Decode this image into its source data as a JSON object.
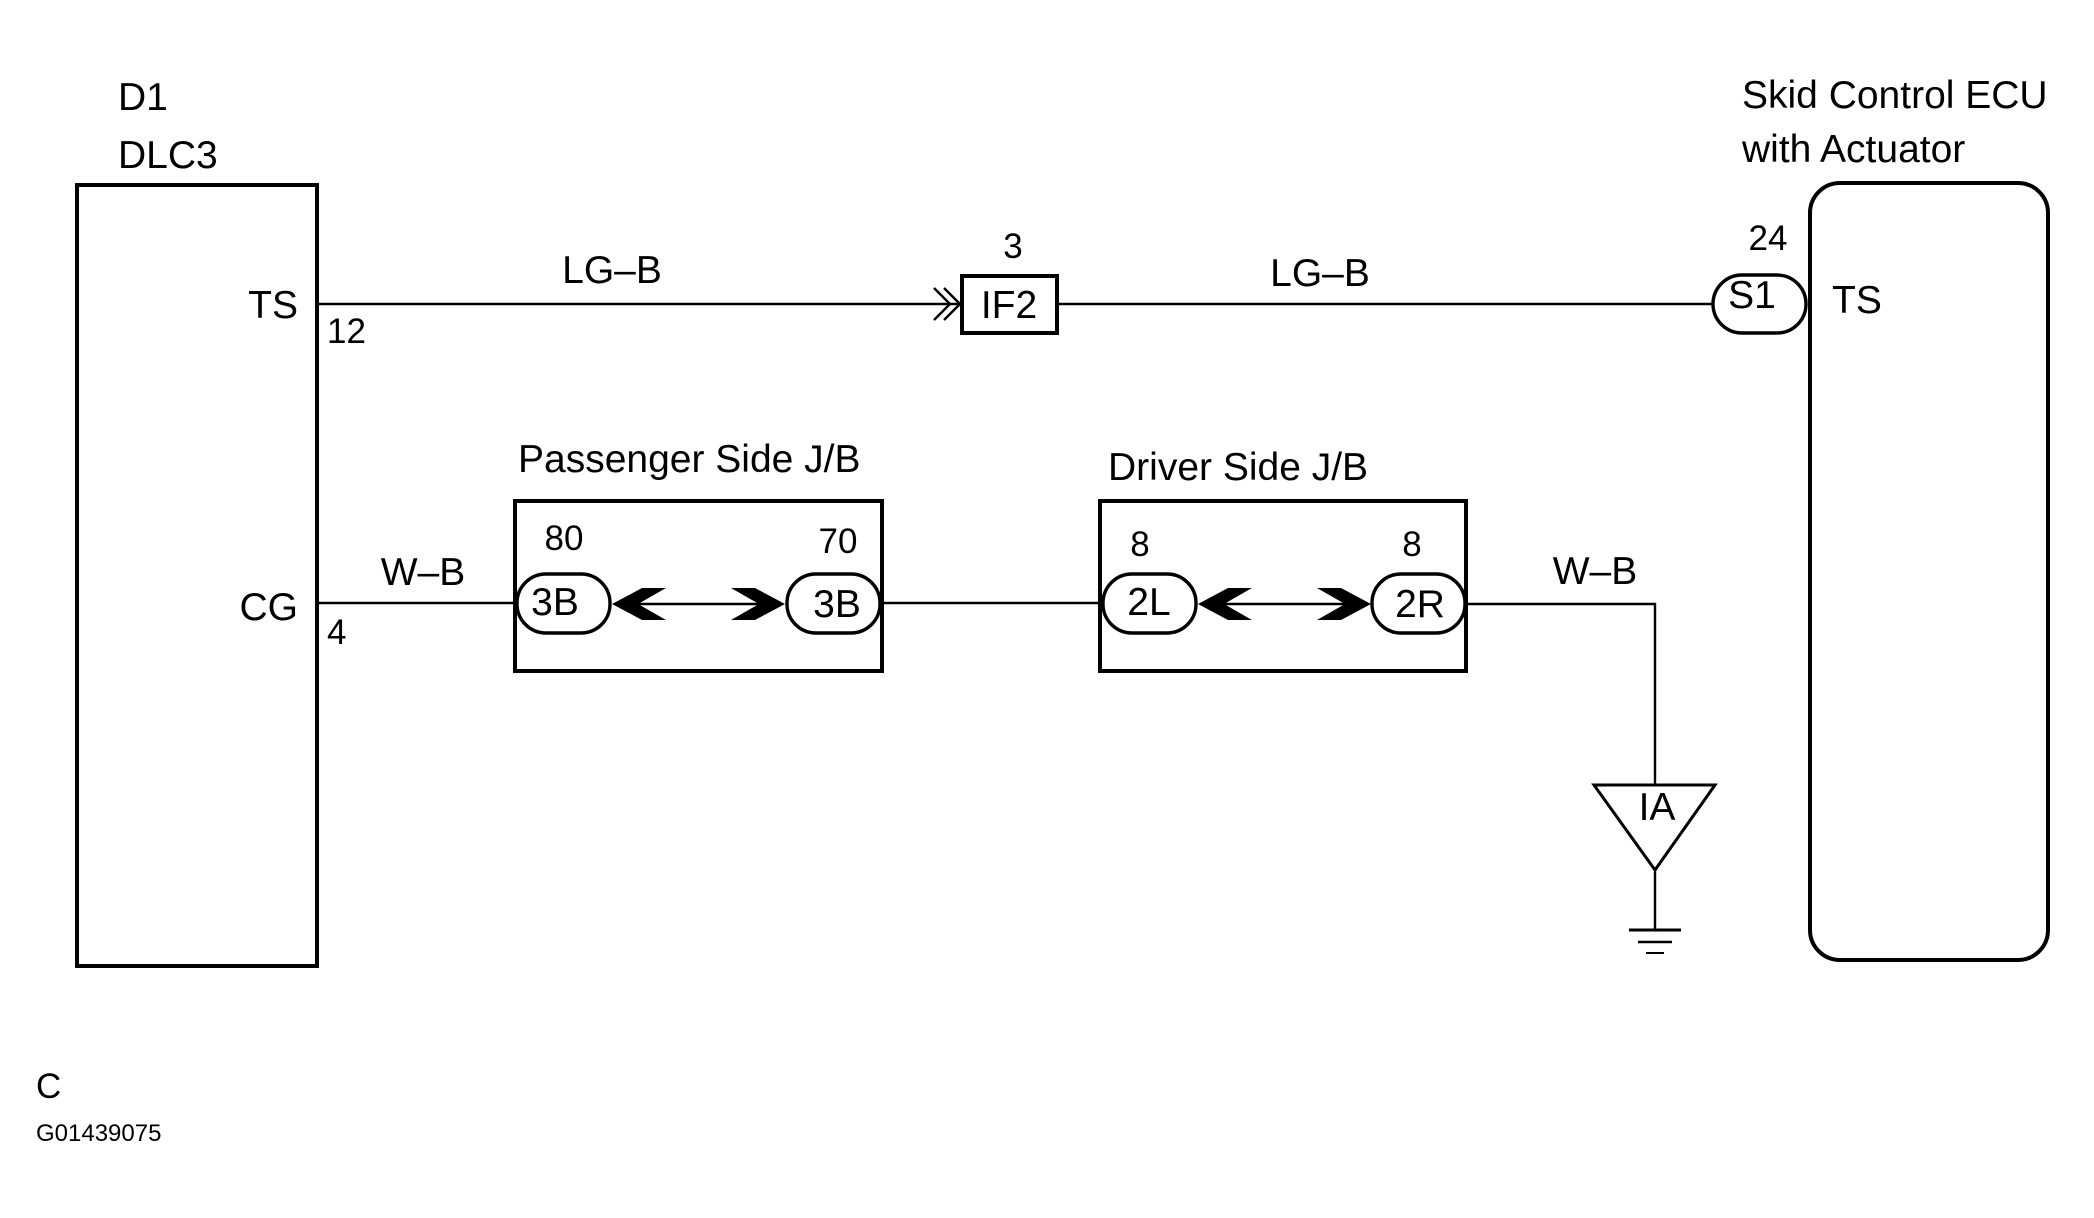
{
  "components": {
    "dlc3": {
      "code": "D1",
      "name": "DLC3",
      "pins": {
        "ts": "TS",
        "cg": "CG"
      },
      "pin_numbers": {
        "ts": "12",
        "cg": "4"
      }
    },
    "ecu": {
      "name_line1": "Skid Control ECU",
      "name_line2": "with Actuator",
      "pin_label": "TS",
      "pin_number": "24",
      "connector": "S1"
    },
    "passenger_jb": {
      "title": "Passenger Side J/B",
      "left_pin": "80",
      "right_pin": "70",
      "left_connector": "3B",
      "right_connector": "3B"
    },
    "driver_jb": {
      "title": "Driver Side J/B",
      "left_pin": "8",
      "right_pin": "8",
      "left_connector": "2L",
      "right_connector": "2R"
    },
    "junction_connector": {
      "label": "IF2",
      "pin": "3"
    },
    "ground": {
      "label": "IA"
    }
  },
  "wires": {
    "ts_left_color": "LG–B",
    "ts_right_color": "LG–B",
    "cg_left_color": "W–B",
    "cg_right_color": "W–B"
  },
  "footer": {
    "letter": "C",
    "figure_code": "G01439075"
  }
}
